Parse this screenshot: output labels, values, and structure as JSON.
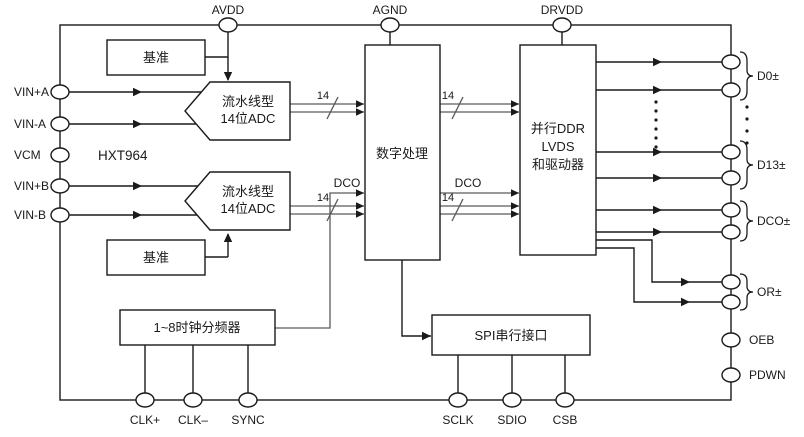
{
  "chip": {
    "part_number": "HXT964"
  },
  "blocks": {
    "ref_top": "基准",
    "ref_bottom": "基准",
    "adc_a_line1": "流水线型",
    "adc_a_line2": "14位ADC",
    "adc_b_line1": "流水线型",
    "adc_b_line2": "14位ADC",
    "digital": "数字处理",
    "lvds_line1": "并行DDR",
    "lvds_line2": "LVDS",
    "lvds_line3": "和驱动器",
    "clock_divider": "1~8时钟分频器",
    "spi": "SPI串行接口"
  },
  "pins": {
    "top": [
      "AVDD",
      "AGND",
      "DRVDD"
    ],
    "left": [
      "VIN+A",
      "VIN-A",
      "VCM",
      "VIN+B",
      "VIN-B"
    ],
    "bottom": [
      "CLK+",
      "CLK–",
      "SYNC",
      "SCLK",
      "SDIO",
      "CSB"
    ],
    "right": [
      "D0±",
      "D13±",
      "DCO±",
      "OR±",
      "OEB",
      "PDWN"
    ]
  },
  "bus": {
    "adc_a_width": "14",
    "adc_b_width": "14",
    "out_top_width": "14",
    "out_bottom_width": "14",
    "dco_left": "DCO",
    "dco_right": "DCO"
  },
  "colors": {
    "line": "#1a1a1a",
    "bus": "#5a5a5a",
    "background": "#ffffff"
  }
}
